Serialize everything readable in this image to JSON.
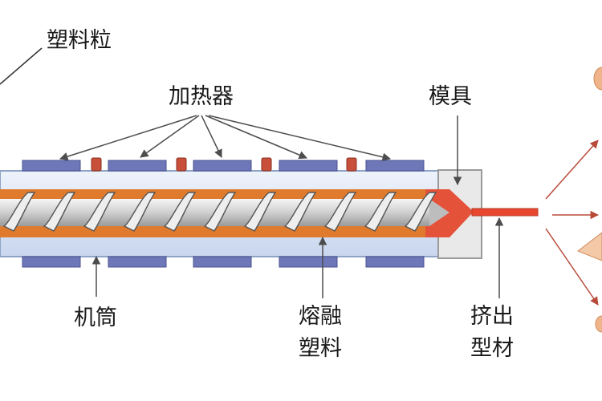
{
  "labels": {
    "pellets": "塑料粒",
    "heaters": "加热器",
    "die": "模具",
    "barrel": "机筒",
    "melt_line1": "熔融",
    "melt_line2": "塑料",
    "extrudate_line1": "挤出",
    "extrudate_line2": "型材"
  },
  "colors": {
    "barrel": "#d3dff3",
    "barrel_edge": "#8fa3c6",
    "heater_band": "#6e78b8",
    "heater_node": "#c8503a",
    "melt": "#e07a2c",
    "screw": "#dcdcdc",
    "die": "#e7e7e7",
    "extrudate": "#e8472f",
    "arrow": "#555555"
  }
}
